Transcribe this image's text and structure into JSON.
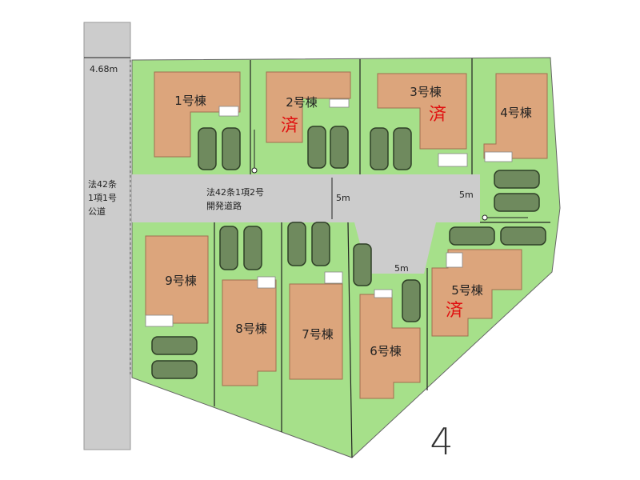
{
  "lots": [
    {
      "id": 1,
      "label": "1号棟",
      "sold_mark": ""
    },
    {
      "id": 2,
      "label": "2号棟",
      "sold_mark": "済"
    },
    {
      "id": 3,
      "label": "3号棟",
      "sold_mark": "済"
    },
    {
      "id": 4,
      "label": "4号棟",
      "sold_mark": ""
    },
    {
      "id": 5,
      "label": "5号棟",
      "sold_mark": "済"
    },
    {
      "id": 6,
      "label": "6号棟",
      "sold_mark": ""
    },
    {
      "id": 7,
      "label": "7号棟",
      "sold_mark": ""
    },
    {
      "id": 8,
      "label": "8号棟",
      "sold_mark": ""
    },
    {
      "id": 9,
      "label": "9号棟",
      "sold_mark": ""
    }
  ],
  "public_road": {
    "line1": "法42条",
    "line2": "1項1号",
    "line3": "公道",
    "width": "4.68m"
  },
  "dev_road": {
    "line1": "法42条1項2号",
    "line2": "開発道路",
    "width_a": "5m",
    "width_b": "5m",
    "width_c": "5m"
  },
  "north_mark": "4",
  "colors": {
    "lot": "#a6e08a",
    "house": "#dca57c",
    "road": "#cccccc",
    "car": "#6f8a5e",
    "sold": "#e01010"
  }
}
